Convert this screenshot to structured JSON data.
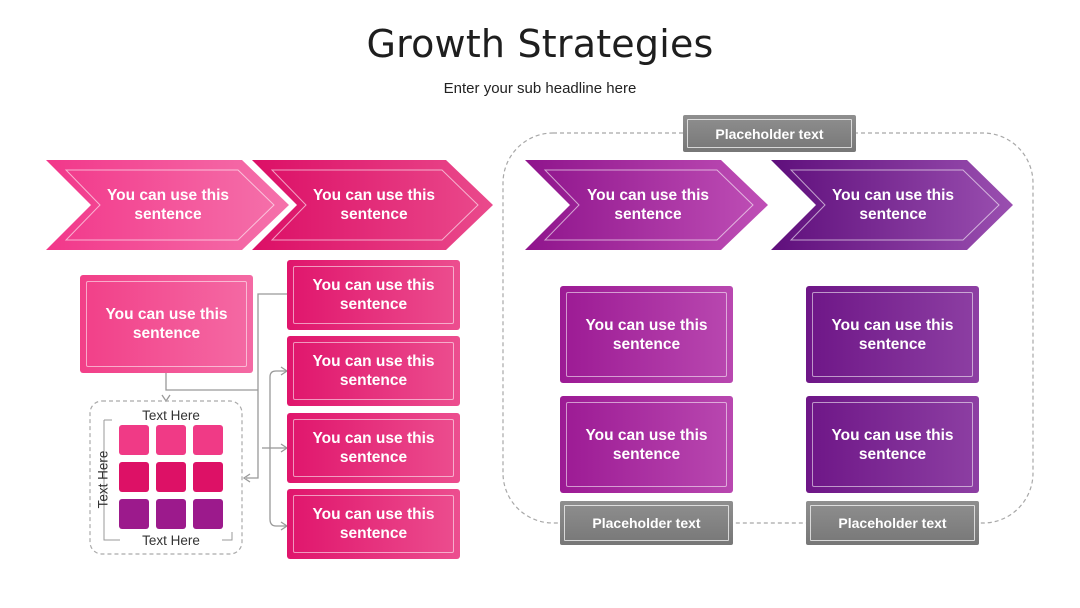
{
  "header": {
    "title": "Growth Strategies",
    "subtitle": "Enter your sub headline here"
  },
  "arrows": [
    {
      "label": "You can use this sentence",
      "color": "#f03a86"
    },
    {
      "label": "You can use this sentence",
      "color": "#e0156c"
    },
    {
      "label": "You can use this sentence",
      "color": "#a0209a"
    },
    {
      "label": "You can use this sentence",
      "color": "#6e1687"
    }
  ],
  "left_box": {
    "label": "You can use this sentence"
  },
  "pink_stack": [
    {
      "label": "You can use this sentence"
    },
    {
      "label": "You can use this sentence"
    },
    {
      "label": "You can use this sentence"
    },
    {
      "label": "You can use this sentence"
    }
  ],
  "purple_boxes": [
    {
      "label": "You can use this sentence"
    },
    {
      "label": "You can use this sentence"
    }
  ],
  "violet_boxes": [
    {
      "label": "You can use this sentence"
    },
    {
      "label": "You can use this sentence"
    }
  ],
  "placeholders": {
    "top": "Placeholder text",
    "bottom_left": "Placeholder text",
    "bottom_right": "Placeholder text"
  },
  "matrix": {
    "top_label": "Text Here",
    "side_label": "Text Here",
    "bottom_label": "Text Here",
    "rows": [
      [
        "#f03a86",
        "#f03a86",
        "#f03a86"
      ],
      [
        "#dd1166",
        "#dd1166",
        "#dd1166"
      ],
      [
        "#9c1a8c",
        "#9c1a8c",
        "#9c1a8c"
      ]
    ]
  }
}
